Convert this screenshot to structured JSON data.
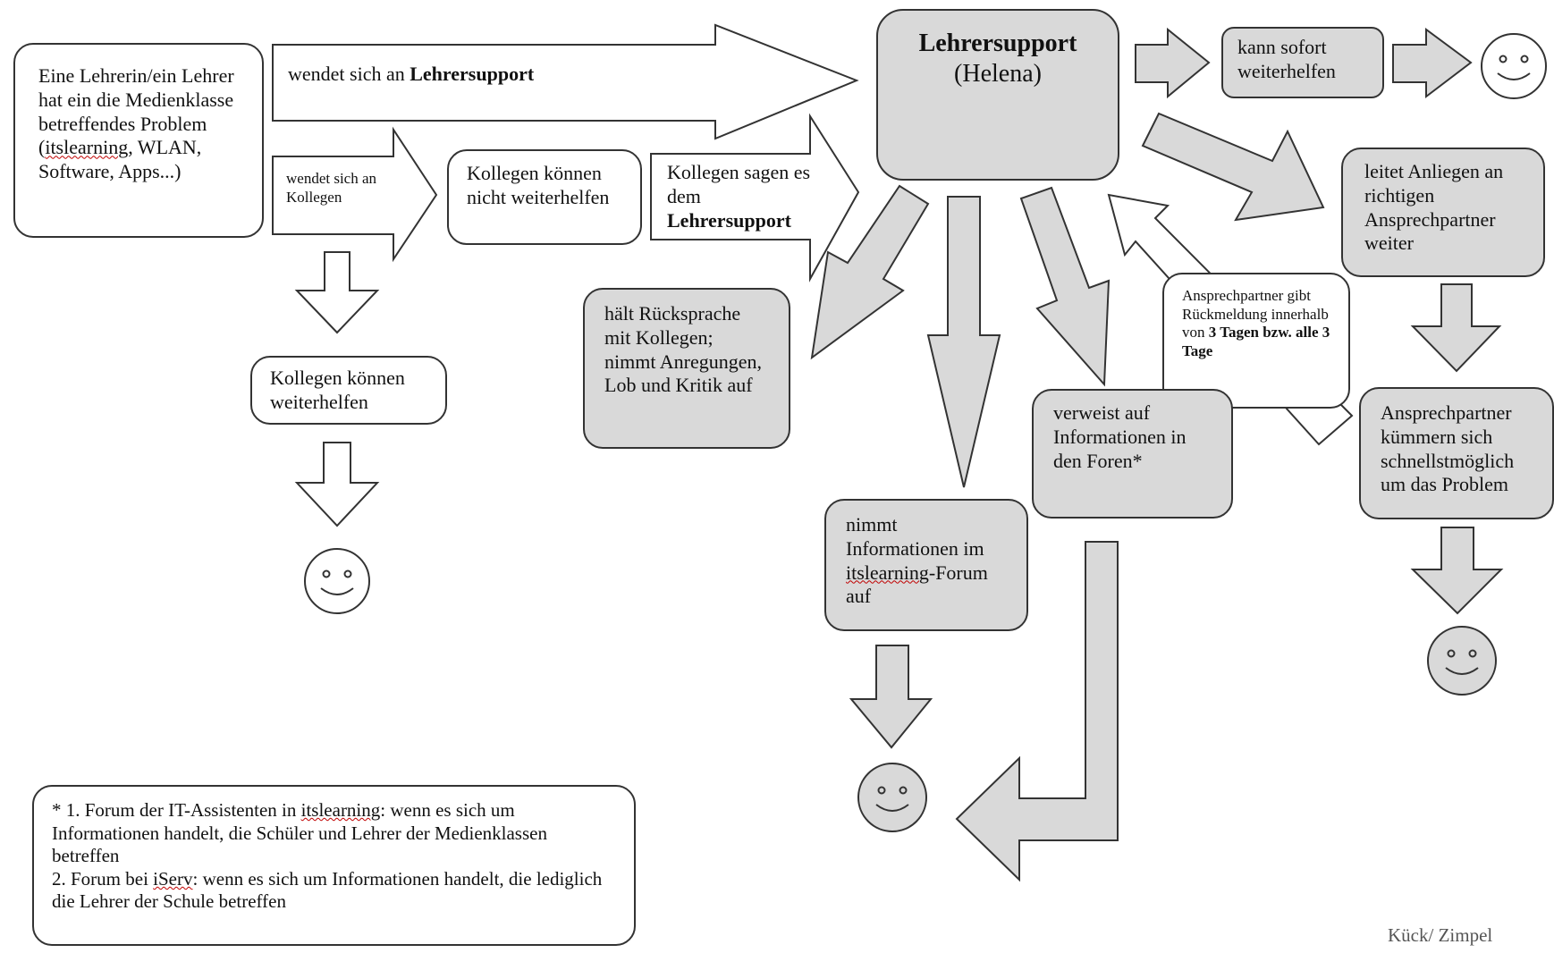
{
  "start_box": {
    "pre": "Eine Lehrerin/ein Lehrer hat ein die Medienklasse betreffendes Problem (",
    "word": "itslearning",
    "post": ", WLAN, Software, Apps...)"
  },
  "arrow_support": {
    "text": "wendet sich an ",
    "bold": "Lehrersupport"
  },
  "arrow_colleagues": {
    "text": "wendet sich an Kollegen"
  },
  "colleagues_cannot": {
    "text": "Kollegen können nicht weiterhelfen"
  },
  "colleagues_tell": {
    "text": "Kollegen sagen es dem ",
    "bold": "Lehrersupport"
  },
  "colleagues_can": {
    "text": "Kollegen können weiterhelfen"
  },
  "center": {
    "title": "Lehrersupport",
    "name": "(Helena)"
  },
  "can_help": {
    "text": "kann sofort weiterhelfen"
  },
  "forward": {
    "text": "leitet Anliegen an richtigen Ansprechpartner weiter"
  },
  "consult": {
    "text": "hält Rücksprache mit Kollegen; nimmt Anregungen, Lob und Kritik auf"
  },
  "feedback": {
    "text": "Ansprechpartner gibt Rückmeldung innerhalb von ",
    "bold": "3 Tagen bzw. alle 3 Tage"
  },
  "refers": {
    "text": "verweist auf Informationen in den Foren*"
  },
  "contacts_care": {
    "text": "Ansprechpartner kümmern sich schnellstmöglich um das Problem"
  },
  "takes_info": {
    "pre": "nimmt Informationen im ",
    "word": "itslearning",
    "post": "-Forum auf"
  },
  "footnote": {
    "l1_pre": "* 1. Forum der IT-Assistenten in ",
    "l1_word": "itslearning",
    "l1_post": ": wenn es sich um Informationen handelt, die Schüler und Lehrer der Medienklassen betreffen",
    "l2_pre": "2. Forum bei ",
    "l2_word": "iServ",
    "l2_post": ": wenn es sich um Informationen handelt, die lediglich die Lehrer der Schule betreffen"
  },
  "credit": "Kück/ Zimpel",
  "colors": {
    "grey_fill": "#d9d9d9",
    "white_fill": "#ffffff",
    "stroke": "#333333"
  }
}
